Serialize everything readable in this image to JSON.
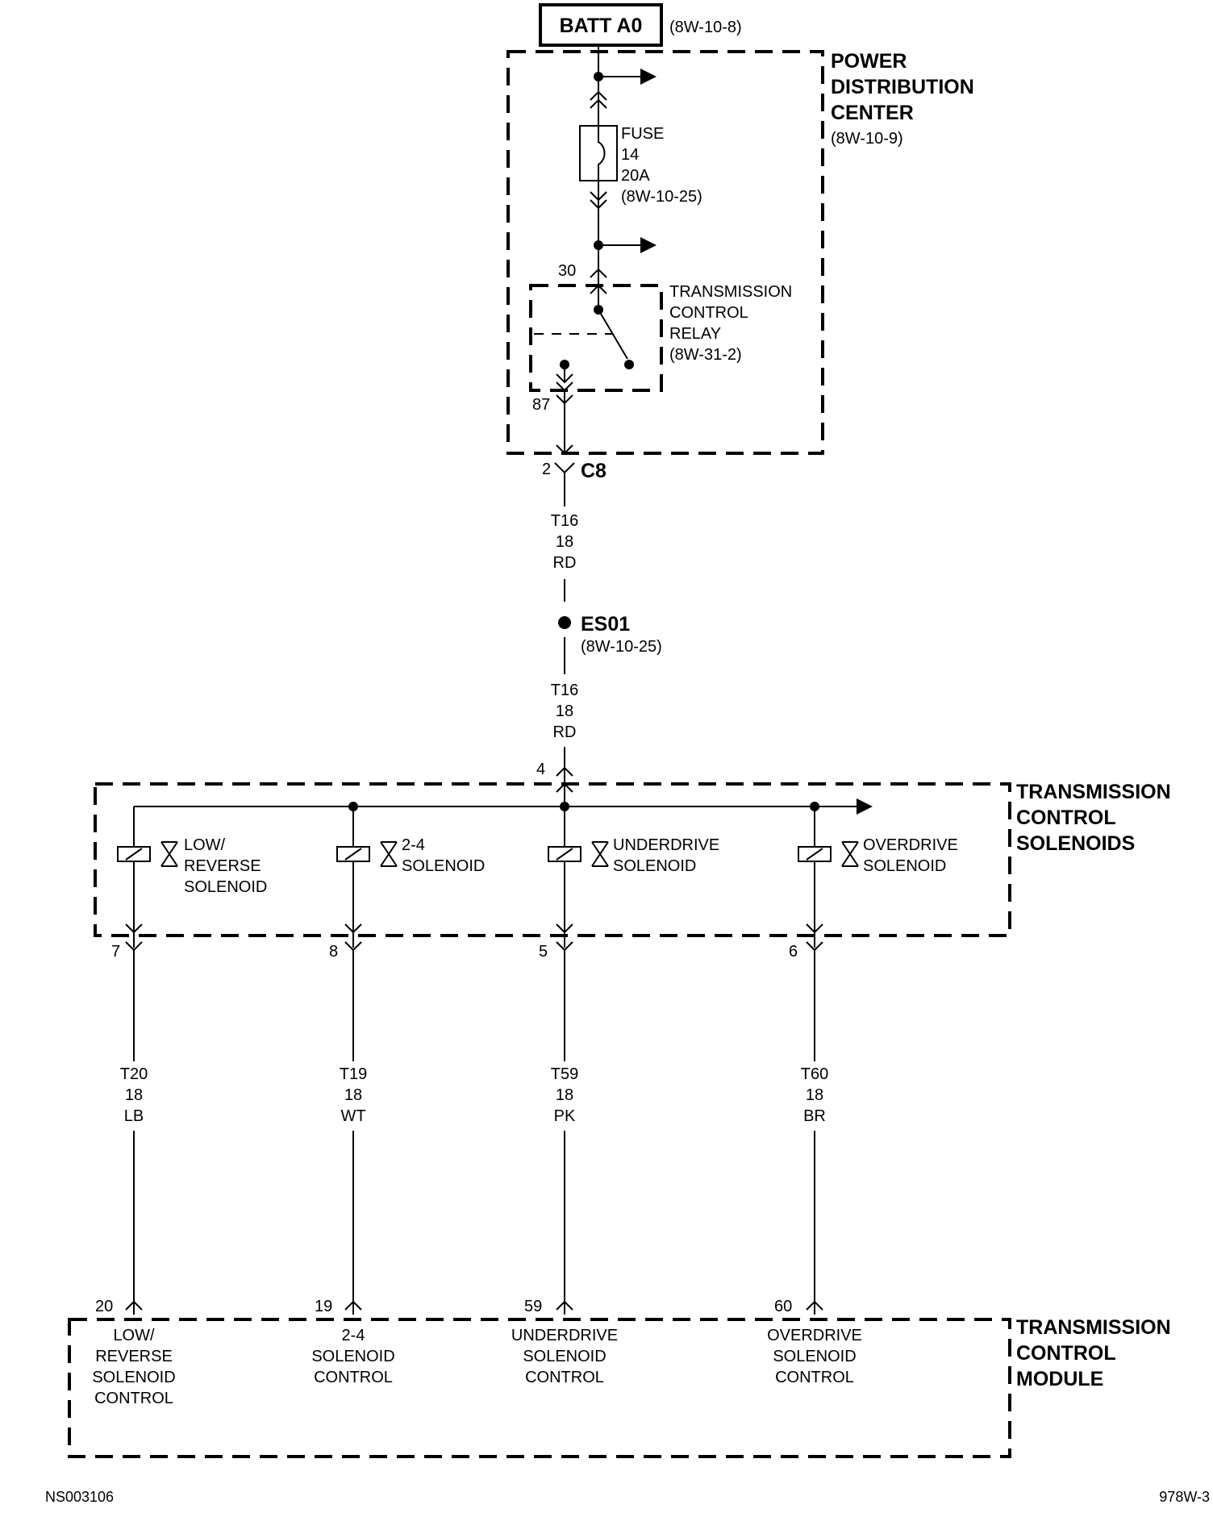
{
  "battery": {
    "label": "BATT A0",
    "ref": "(8W-10-8)"
  },
  "pdc": {
    "title": [
      "POWER",
      "DISTRIBUTION",
      "CENTER"
    ],
    "ref": "(8W-10-9)"
  },
  "fuse": [
    "FUSE",
    "14",
    "20A",
    "(8W-10-25)"
  ],
  "relay": {
    "lines": [
      "TRANSMISSION",
      "CONTROL",
      "RELAY",
      "(8W-31-2)"
    ],
    "pin_in": "30",
    "pin_out": "87"
  },
  "connector": {
    "pin": "2",
    "name": "C8"
  },
  "wire_top_1": [
    "T16",
    "18",
    "RD"
  ],
  "splice": {
    "name": "ES01",
    "ref": "(8W-10-25)"
  },
  "wire_top_2": [
    "T16",
    "18",
    "RD"
  ],
  "tcs": {
    "title": [
      "TRANSMISSION",
      "CONTROL",
      "SOLENOIDS"
    ],
    "pin_in": "4"
  },
  "solenoids": [
    {
      "label": [
        "LOW/",
        "REVERSE",
        "SOLENOID"
      ],
      "pin": "7",
      "wire": [
        "T20",
        "18",
        "LB"
      ],
      "tcm_pin": "20",
      "tcm_label": [
        "LOW/",
        "REVERSE",
        "SOLENOID",
        "CONTROL"
      ]
    },
    {
      "label": [
        "2-4",
        "SOLENOID"
      ],
      "pin": "8",
      "wire": [
        "T19",
        "18",
        "WT"
      ],
      "tcm_pin": "19",
      "tcm_label": [
        "2-4",
        "SOLENOID",
        "CONTROL"
      ]
    },
    {
      "label": [
        "UNDERDRIVE",
        "SOLENOID"
      ],
      "pin": "5",
      "wire": [
        "T59",
        "18",
        "PK"
      ],
      "tcm_pin": "59",
      "tcm_label": [
        "UNDERDRIVE",
        "SOLENOID",
        "CONTROL"
      ]
    },
    {
      "label": [
        "OVERDRIVE",
        "SOLENOID"
      ],
      "pin": "6",
      "wire": [
        "T60",
        "18",
        "BR"
      ],
      "tcm_pin": "60",
      "tcm_label": [
        "OVERDRIVE",
        "SOLENOID",
        "CONTROL"
      ]
    }
  ],
  "tcm": {
    "title": [
      "TRANSMISSION",
      "CONTROL",
      "MODULE"
    ]
  },
  "footer": {
    "left": "NS003106",
    "right": "978W-3"
  }
}
